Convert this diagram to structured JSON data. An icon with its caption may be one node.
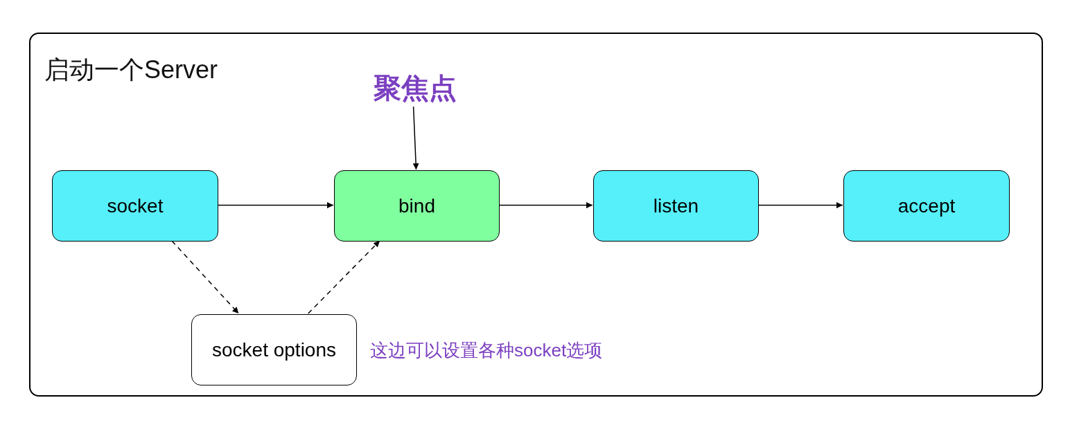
{
  "diagram": {
    "nodes": [
      {
        "text": [
          "启动一个Server"
        ]
      },
      {
        "text": [
          "聚焦点"
        ],
        "in": 0
      },
      {
        "text": [
          "socket"
        ],
        "in": 0
      },
      {
        "text": [
          "bind"
        ],
        "in": 0
      },
      {
        "text": [
          "listen"
        ],
        "in": 0
      },
      {
        "text": [
          "accept"
        ],
        "in": 0
      },
      {
        "text": [
          "socket options"
        ],
        "in": 0,
        "beside": [
          "这边可以设置各种socket选项"
        ]
      }
    ],
    "edges": [
      {
        "from": 1,
        "to": 3,
        "arrow": "to"
      },
      {
        "from": 2,
        "to": 3,
        "arrow": "to"
      },
      {
        "from": 3,
        "to": 4,
        "arrow": "to"
      },
      {
        "from": 4,
        "to": 5,
        "arrow": "to"
      },
      {
        "from": 2,
        "to": 6,
        "arrow": "to",
        "style": "dashed"
      },
      {
        "from": 6,
        "to": 3,
        "arrow": "to",
        "style": "dashed"
      }
    ]
  }
}
